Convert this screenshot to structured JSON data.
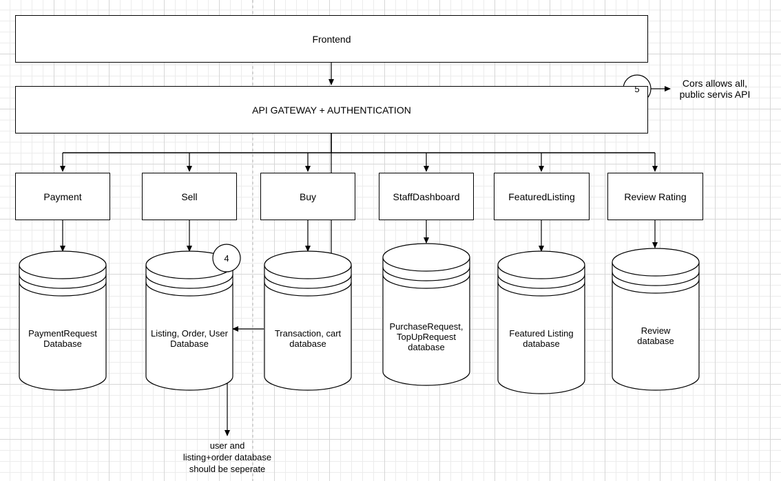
{
  "frontend": {
    "label": "Frontend"
  },
  "gateway": {
    "label": "API GATEWAY + AUTHENTICATION"
  },
  "services": [
    {
      "label": "Payment"
    },
    {
      "label": "Sell"
    },
    {
      "label": "Buy"
    },
    {
      "label": "StaffDashboard"
    },
    {
      "label": "FeaturedListing"
    },
    {
      "label": "Review Rating"
    }
  ],
  "databases": [
    {
      "label": "PaymentRequest\nDatabase"
    },
    {
      "label": "Listing, Order, User\nDatabase"
    },
    {
      "label": "Transaction, cart\ndatabase"
    },
    {
      "label": "PurchaseRequest,\nTopUpRequest\ndatabase"
    },
    {
      "label": "Featured Listing\ndatabase"
    },
    {
      "label": "Review\ndatabase"
    }
  ],
  "callouts": [
    {
      "number": "5",
      "note": "Cors allows all,\npublic servis API"
    },
    {
      "number": "4",
      "note": "user and\nlisting+order database\nshould be seperate"
    }
  ],
  "colors": {
    "stroke": "#000000",
    "fill": "#ffffff",
    "grid": "#d6d6d6"
  }
}
